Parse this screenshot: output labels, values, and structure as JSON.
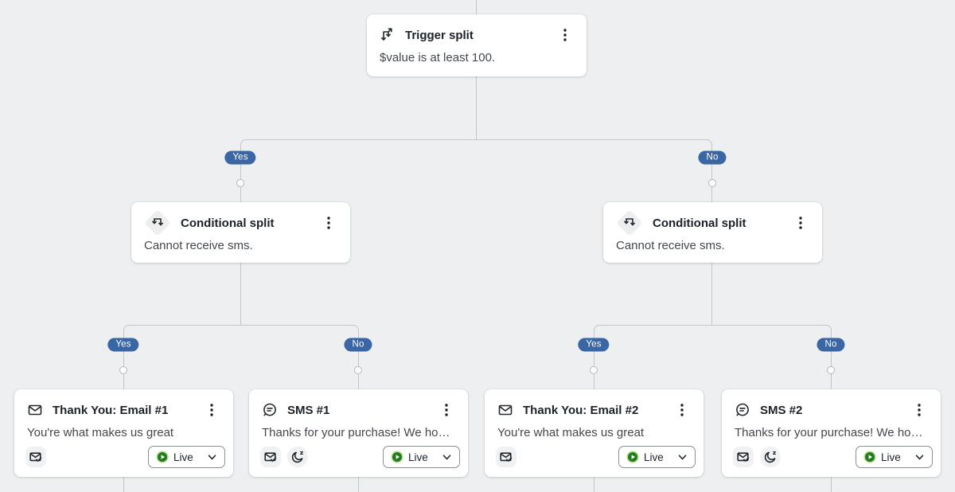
{
  "labels": {
    "yes": "Yes",
    "no": "No"
  },
  "cards": {
    "trigger": {
      "title": "Trigger split",
      "description": "$value is at least 100."
    },
    "cond_left": {
      "title": "Conditional split",
      "description": "Cannot receive sms."
    },
    "cond_right": {
      "title": "Conditional split",
      "description": "Cannot receive sms."
    },
    "email1": {
      "title": "Thank You: Email #1",
      "description": "You're what makes us great",
      "status": "Live"
    },
    "sms1": {
      "title": "SMS #1",
      "description": "Thanks for your purchase! We hope that ...",
      "status": "Live"
    },
    "email2": {
      "title": "Thank You: Email #2",
      "description": "You're what makes us great",
      "status": "Live"
    },
    "sms2": {
      "title": "SMS #2",
      "description": "Thanks for your purchase! We hope that ...",
      "status": "Live"
    }
  },
  "icons": {
    "trigger_header": "trigger-split-icon",
    "conditional_header": "conditional-split-icon",
    "email_header": "email-icon",
    "sms_header": "sms-icon",
    "footer_email": "smart-sending-icon",
    "footer_moon": "quiet-hours-icon",
    "menu": "kebab-menu-icon",
    "status": "live-play-icon",
    "dropdown": "chevron-down-icon"
  },
  "colors": {
    "background": "#edeff0",
    "connector_line": "#c3c7ca",
    "branch_pill": "#3a66a3",
    "branch_pill_text": "#ffffff",
    "card_background": "#ffffff",
    "title_text": "#1d2228",
    "body_text": "#43484e",
    "live_green_dark": "#217c21",
    "live_green_ring": "#c1dd95"
  }
}
